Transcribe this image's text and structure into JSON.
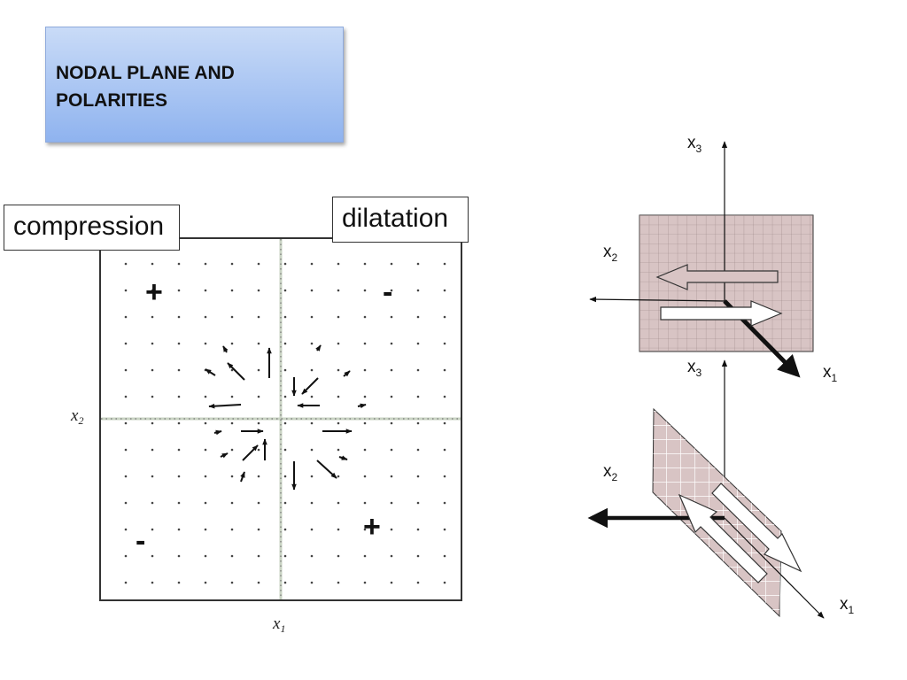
{
  "title": {
    "line1": "NODAL PLANE AND",
    "line2": "POLARITIES"
  },
  "labels": {
    "compression": "compression",
    "dilatation": "dilatation"
  },
  "field_axes": {
    "x_label": "x",
    "x_sub": "1",
    "y_label": "x",
    "y_sub": "2"
  },
  "quadrant_signs": {
    "top_left": "+",
    "top_right": "-",
    "bottom_left": "-",
    "bottom_right": "+"
  },
  "diagram_upper": {
    "vertical": {
      "label": "x",
      "sub": "3"
    },
    "left": {
      "label": "x",
      "sub": "2"
    },
    "diagonal": {
      "label": "x",
      "sub": "1"
    }
  },
  "diagram_lower": {
    "vertical": {
      "label": "x",
      "sub": "3"
    },
    "left": {
      "label": "x",
      "sub": "2"
    },
    "diagonal": {
      "label": "x",
      "sub": "1"
    }
  },
  "colors": {
    "title_top": "#c9dbf7",
    "title_bottom": "#8fb3ef",
    "plane_fill": "#d8c4c4",
    "plane_grid": "#ffffff"
  }
}
